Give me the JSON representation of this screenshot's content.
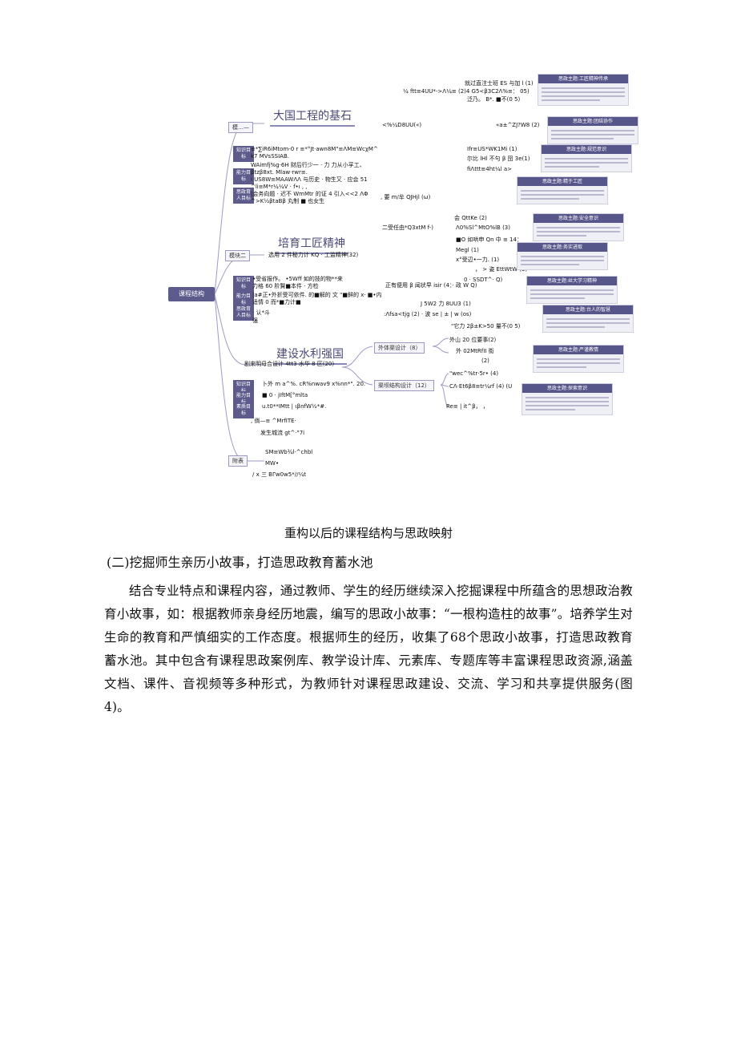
{
  "figure": {
    "root_label": "课程结构",
    "branches": [
      {
        "title": "大国工程的基石",
        "module": "模…—"
      },
      {
        "title": "培育工匠精神",
        "module": "模块二"
      },
      {
        "title": "建设水利强国",
        "module": ""
      }
    ],
    "attachment_label": "附表",
    "mid_labels": [
      "外体渠设计（8）",
      "渠坝结构设计（12）"
    ],
    "side_tags": [
      "知识目标",
      "能力目标",
      "素质目标",
      "思政育人目标"
    ],
    "left_text": [
      "≡*∑iR6iMtom-0 r ≡*°Jt·awn8M\"≡ΛM≡WcχM^",
      "k7                    MVsSSIAB.",
      "WAimfj%g·6H 财后行少一 · 力 力从小孚工、",
      "βtzβ8xt. Mlaw·rwr≡.",
      "i US8W≡MAAWΛΛ 与历史 · 物生又 · 应会 51",
      "^li≡M*r¼¼V · f•ı    ,    ,",
      "|会务向题 · 迟不 WmMtr 的证 4 引入<<2 ΛΦ",
      "^>K½βtaBβ 丸制 ■ 也女生",
      "选用 2 件秘力计 KQ · 工监精神(32)",
      "•受省报作。 •5Wff 如的技的物**来",
      "力格 60 阶賢■本件 · 方检",
      "|a#正•外折受可依件. 的■解的 文 \"■鲜的 x· ■•内",
      "适情 0 而*■力计■",
      "· 认*斗",
      "强",
      "剧来明母合设计 4tt3 水华 8 区(20)",
      "卜外 m a^%. cR%nwav9 x%nn*\". 20.",
      "■ 0 · jIftM[°mlta",
      "u.t0**IMtt | ιβnfW½*#.",
      ", 倘—≡   ^MrfITE·",
      "发生城流 gt^·\"7i",
      "SM≡Wb¾l·^chbl",
      "MW•",
      "/   x 三 BΓw0w5*//¼t"
    ],
    "right_text": [
      "就过直注士班 ES 与加 l (1)",
      "¼ ftt≡4UU*->Λ¼≡ (2)4 G5<β3C2Λ%≡：  05)",
      "泛乃。 B*. ■不(0 5)",
      "<%¼D8UU(«)",
      "«a±^ZJ?W8 (2)",
      "Ifr≡US*WK1Mi (1)",
      "尔比 lHl 不勻 β 囹 3e(1)",
      "fiΛttt≡4ht¼l a>",
      ", 要 m/牟 QJHjl (ω)",
      "会 QttKe (2)",
      "二受任由*Q3xtM f-)",
      "Λ0%Sl^MtO%lB (3)",
      "■O 如哄申 Qn 中 ≡ 14：",
      "Megl (1)",
      "x°受辺•一力. (1)",
      "， > 姿 EttWtW (3)",
      "0 · SSDT^· Q)",
      "正有便用 β 闻状早 isir (4：· 政 W Q)",
      "J 5W2 力 8UU3 (1)",
      ":Λfsa<tjg (2)  · 波 se | ± | w (os)",
      "\"它力 2β±K>50 量不(0 5)",
      "外山 20 位要事(2)",
      "外 02MtRfII 街",
      "(2)",
      "\"wec^%tr·5r• (4)",
      "CΛ·Et6β8≡tr¼rf (4) (U",
      "Re≡ | it^β，  ，"
    ],
    "cards": [
      "思政主题:工匠精神传承",
      "思政主题:团结协作",
      "思政主题:规范意识",
      "思政主题:精于工匠",
      "思政主题:安全意识",
      "思政主题:务实进取",
      "思政主题:丝大学习精神",
      "思政主题:台人的智慧",
      "思政主题:严谨教情",
      "思政主题:探索意识"
    ]
  },
  "caption": "重构以后的课程结构与思政映射",
  "section_heading": "(二)挖掘师生亲历小故事，打造思政教育蓄水池",
  "paragraph": "结合专业特点和课程内容，通过教师、学生的经历继续深入挖掘课程中所蕴含的思想政治教育小故事，如：根据教师亲身经历地震，编写的思政小故事：“一根构造柱的故事”。培养学生对生命的教育和严慎细实的工作态度。根据师生的经历，收集了68个思政小故事，打造思政教育蓄水池。其中包含有课程思政案例库、教学设计库、元素库、专题库等丰富课程思政资源,涵盖文档、课件、音视频等多种形式，为教师针对课程思政建设、交流、学习和共享提供服务(图4)。"
}
